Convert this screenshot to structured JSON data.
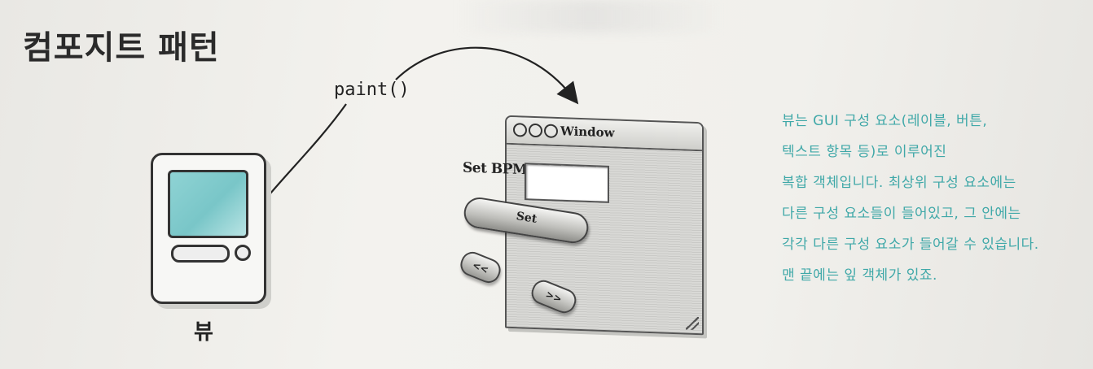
{
  "title": "컴포지트 패턴",
  "call_label": "paint()",
  "view_label": "뷰",
  "window": {
    "title": "Window",
    "bpm_label": "Set BPM:",
    "set_button": "Set",
    "prev_button": "<<",
    "next_button": ">>"
  },
  "note_lines": [
    "뷰는 GUI 구성 요소(레이블, 버튼,",
    "텍스트 항목 등)로 이루어진",
    "복합 객체입니다. 최상위 구성 요소에는",
    "다른 구성 요소들이 들어있고, 그 안에는",
    "각각 다른 구성 요소가 들어갈 수 있습니다.",
    "맨 끝에는 잎 객체가 있죠."
  ],
  "colors": {
    "note_text": "#3fa8a8",
    "screen": "#8fd3d4",
    "ink": "#222222"
  }
}
